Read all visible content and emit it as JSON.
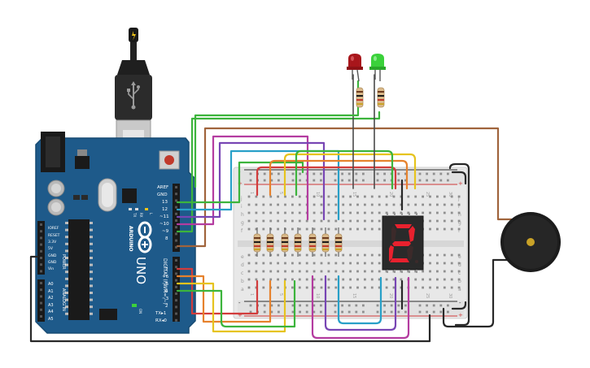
{
  "arduino": {
    "brand": "ARDUINO",
    "model": "UNO",
    "digital_label": "DIGITAL (PWM= ~)",
    "power_label": "POWER",
    "analog_label": "ANALOG IN",
    "led_on": "ON",
    "led_tx": "TX",
    "led_rx": "RX",
    "led_l": "L",
    "top_pins": [
      "AREF",
      "GND",
      "13",
      "12",
      "~11",
      "~10",
      "~9",
      "8"
    ],
    "bottom_pins": [
      "7",
      "~6",
      "~5",
      "4",
      "~3",
      "2",
      "TX▸1",
      "RX◂0"
    ],
    "power_pins": [
      "IOREF",
      "RESET",
      "3.3V",
      "5V",
      "GND",
      "GND",
      "Vin"
    ],
    "analog_pins": [
      "A0",
      "A1",
      "A2",
      "A3",
      "A4",
      "A5"
    ]
  },
  "breadboard": {
    "row_letters_top": [
      "j",
      "i",
      "h",
      "g",
      "f"
    ],
    "row_letters_bottom": [
      "e",
      "d",
      "c",
      "b",
      "a"
    ],
    "column_numbers": [
      "1",
      "5",
      "10",
      "15",
      "20",
      "25",
      "30"
    ],
    "rail_plus": "+",
    "rail_minus": "-"
  },
  "colors": {
    "board_blue": "#1e5a8a",
    "wire_brown": "#a0643c",
    "wire_green": "#3cb43c",
    "wire_magenta": "#b43ca0",
    "wire_purple": "#7846b4",
    "wire_cyan": "#28a0c8",
    "wire_red": "#d23c3c",
    "wire_orange": "#e6822d",
    "wire_yellow": "#e6c31e",
    "wire_black": "#282828",
    "segment_red": "#e8212e"
  },
  "display": {
    "digit": "2"
  }
}
